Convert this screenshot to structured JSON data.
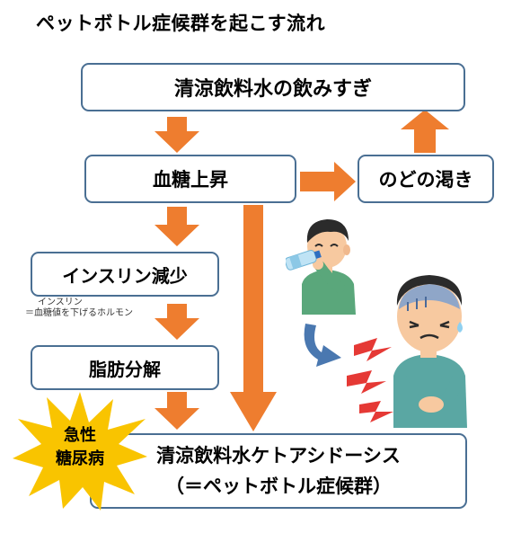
{
  "title": "ペットボトル症候群を起こす流れ",
  "nodes": {
    "excess_drinking": "清涼飲料水の飲みすぎ",
    "blood_sugar_rise": "血糖上昇",
    "thirst": "のどの渇き",
    "insulin_decrease": "インスリン減少",
    "fat_breakdown": "脂肪分解",
    "ketoacidosis_line1": "清涼飲料水ケトアシドーシス",
    "ketoacidosis_line2": "（＝ペットボトル症候群）"
  },
  "insulin_note": {
    "line1": "インスリン",
    "line2": "＝血糖値を下げるホルモン"
  },
  "badge": {
    "line1": "急性",
    "line2": "糖尿病"
  },
  "colors": {
    "arrow": "#ee7d2f",
    "box_border": "#4a6f93",
    "badge": "#f9c400",
    "curved_arrow": "#4a78b0",
    "lightning": "#e53935"
  },
  "illustrations": [
    "boy-drinking-from-bottle",
    "boy-in-pain-holding-stomach"
  ]
}
